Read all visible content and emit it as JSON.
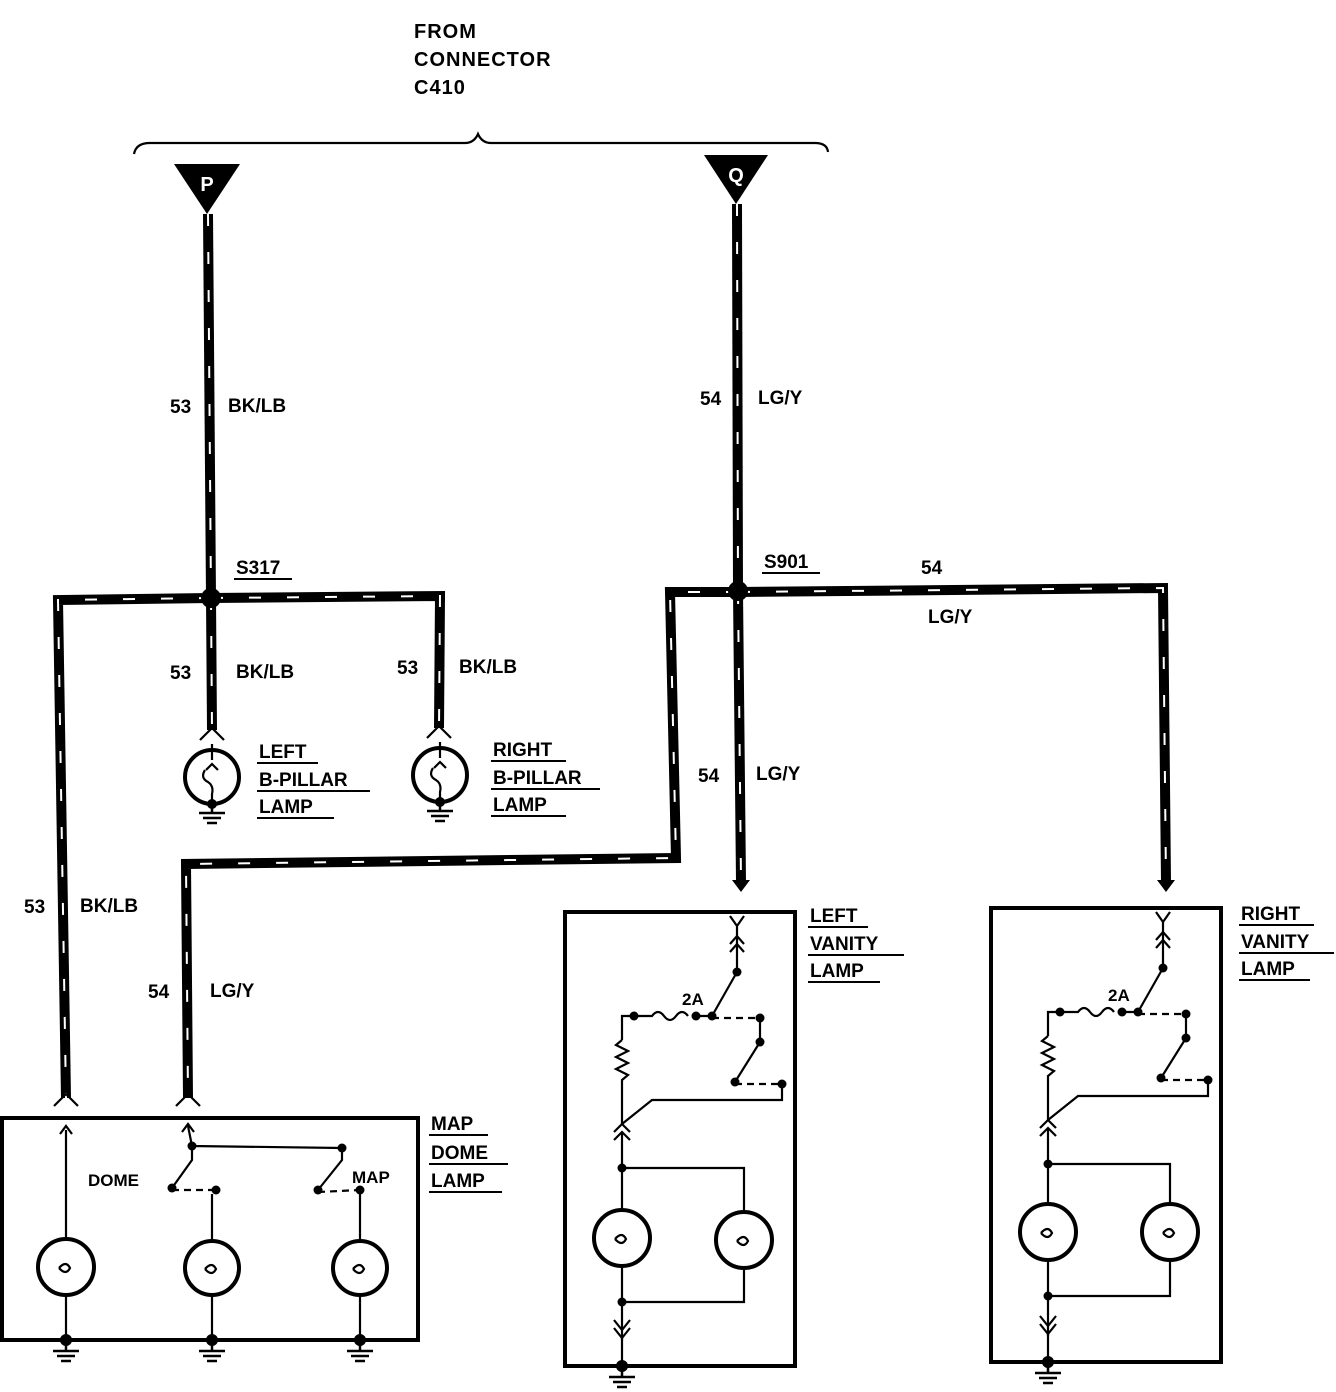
{
  "source": {
    "line1": "FROM",
    "line2": "CONNECTOR",
    "line3": "C410",
    "pin_p": "P",
    "pin_q": "Q"
  },
  "wires": {
    "p_main": {
      "circuit": "53",
      "color": "BK/LB"
    },
    "q_main": {
      "circuit": "54",
      "color": "LG/Y"
    },
    "left_bpillar": {
      "circuit": "53",
      "color": "BK/LB"
    },
    "right_bpillar": {
      "circuit": "53",
      "color": "BK/LB"
    },
    "right_vanity_feed": {
      "circuit": "54",
      "color": "LG/Y"
    },
    "left_vanity_feed": {
      "circuit": "54",
      "color": "LG/Y"
    },
    "map_dome_53": {
      "circuit": "53",
      "color": "BK/LB"
    },
    "map_dome_54": {
      "circuit": "54",
      "color": "LG/Y"
    }
  },
  "splices": {
    "s317": "S317",
    "s901": "S901"
  },
  "components": {
    "left_bpillar": {
      "line1": "LEFT",
      "line2": "B-PILLAR",
      "line3": "LAMP"
    },
    "right_bpillar": {
      "line1": "RIGHT",
      "line2": "B-PILLAR",
      "line3": "LAMP"
    },
    "left_vanity": {
      "line1": "LEFT",
      "line2": "VANITY",
      "line3": "LAMP",
      "fuse": "2A"
    },
    "right_vanity": {
      "line1": "RIGHT",
      "line2": "VANITY",
      "line3": "LAMP",
      "fuse": "2A"
    },
    "map_dome": {
      "line1": "MAP",
      "line2": "DOME",
      "line3": "LAMP",
      "switch_dome": "DOME",
      "switch_map": "MAP"
    }
  }
}
